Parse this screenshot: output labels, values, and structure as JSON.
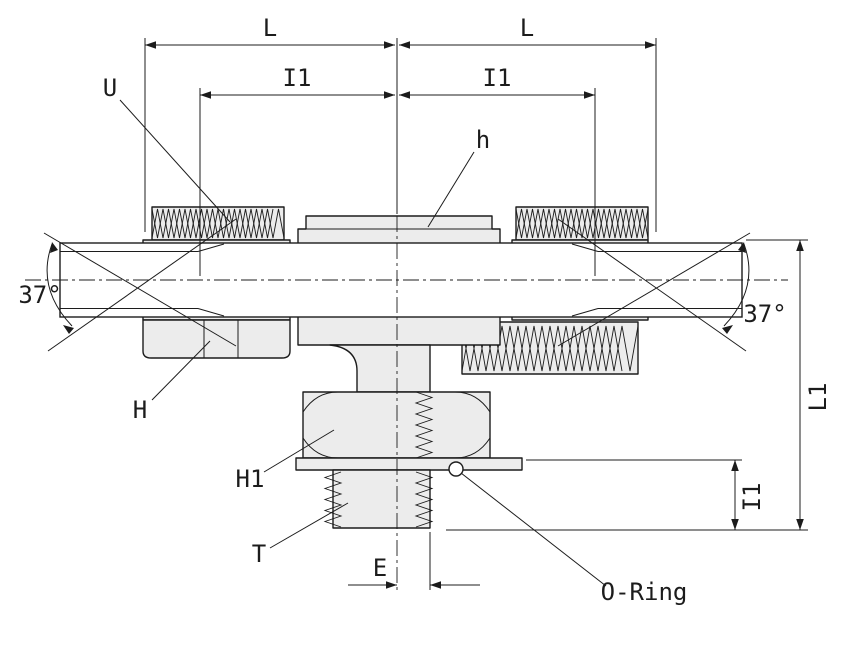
{
  "diagram": {
    "type": "technical-drawing",
    "colors": {
      "line": "#1c1c1c",
      "fill": "#ececec",
      "background": "#ffffff"
    },
    "labels": {
      "dim_L_left": "L",
      "dim_L_right": "L",
      "dim_I1_left": "I1",
      "dim_I1_right": "I1",
      "callout_U": "U",
      "callout_h": "h",
      "angle_left": "37°",
      "angle_right": "37°",
      "callout_H": "H",
      "callout_H1": "H1",
      "callout_T": "T",
      "dim_E": "E",
      "dim_L1": "L1",
      "dim_I1_vertical": "I1",
      "callout_oring": "O-Ring"
    }
  }
}
